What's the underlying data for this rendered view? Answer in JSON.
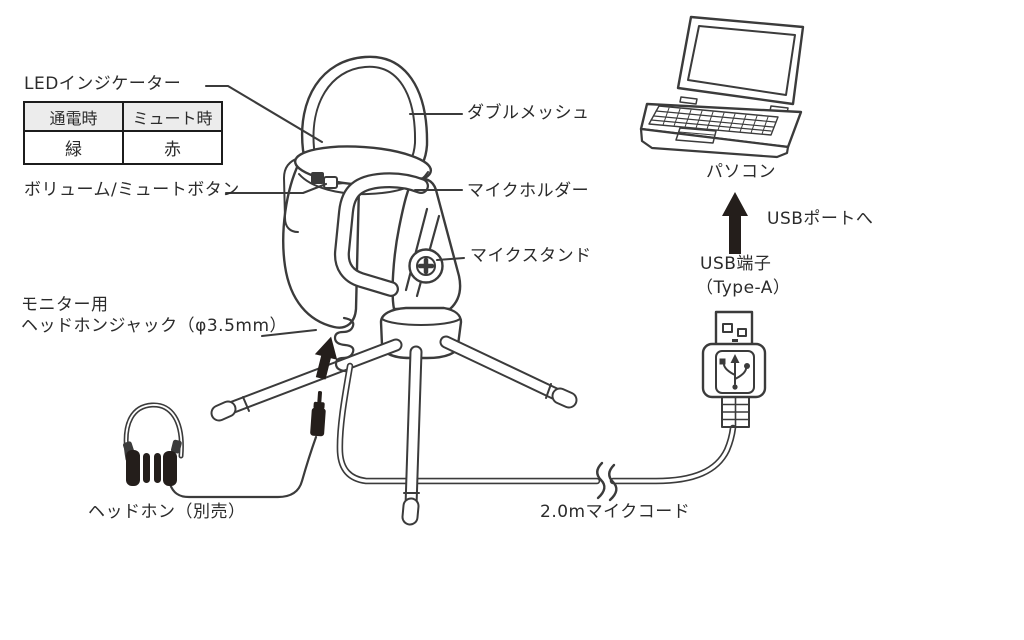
{
  "colors": {
    "bg": "#ffffff",
    "line": "#3b3b3b",
    "arrow": "#241e1b",
    "text": "#2b2b2b",
    "table_header_bg": "#ececec",
    "table_border": "#1c1c1c"
  },
  "diagram": {
    "labels": {
      "led_indicator": "LEDインジケーター",
      "volume_mute_button": "ボリューム/ミュートボタン",
      "monitor_jack_line1": "モニター用",
      "monitor_jack_line2": "ヘッドホンジャック（φ3.5mm）",
      "headphones": "ヘッドホン（別売）",
      "double_mesh": "ダブルメッシュ",
      "mic_holder": "マイクホルダー",
      "mic_stand": "マイクスタンド",
      "pc": "パソコン",
      "usb_port": "USBポートへ",
      "usb_terminal_line1": "USB端子",
      "usb_terminal_line2": "（Type-A）",
      "mic_cord": "2.0mマイクコード"
    },
    "led_table": {
      "headers": [
        "通電時",
        "ミュート時"
      ],
      "values": [
        "緑",
        "赤"
      ]
    }
  }
}
